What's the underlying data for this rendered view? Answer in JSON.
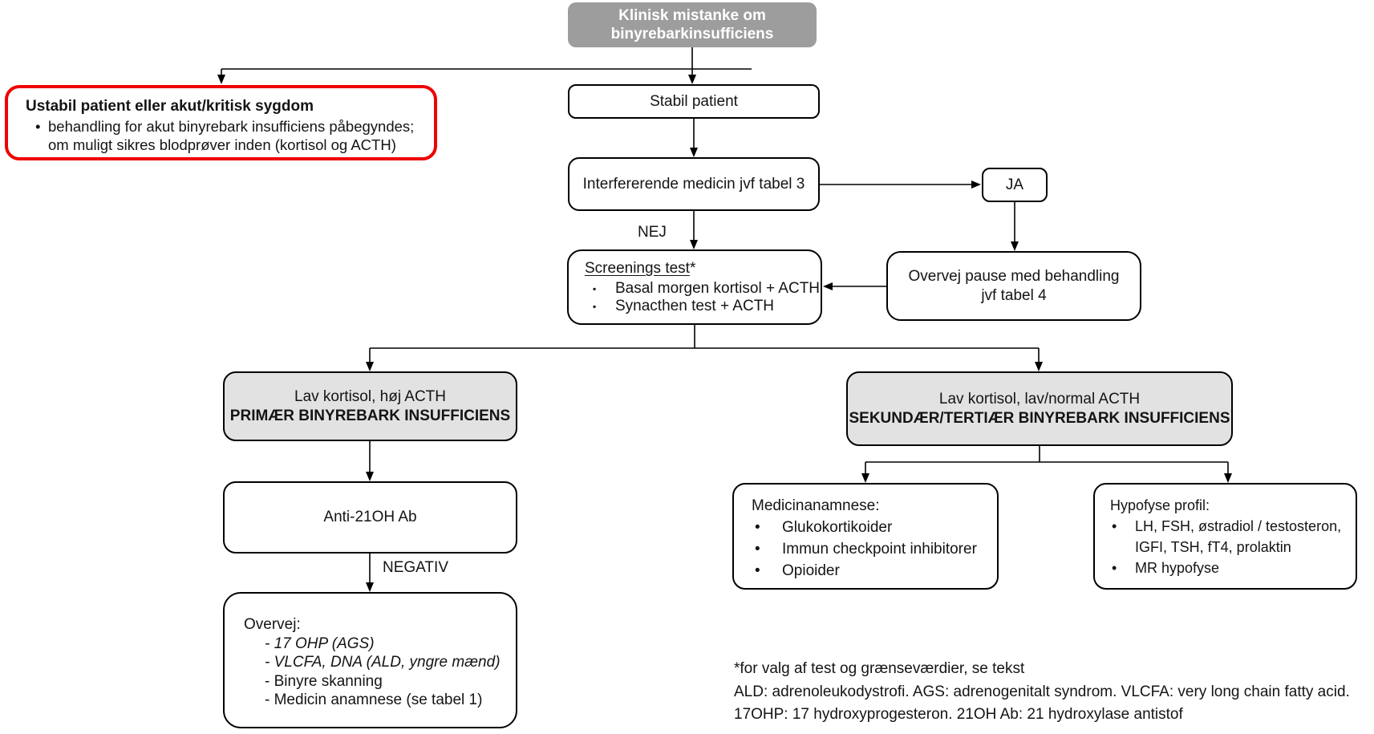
{
  "palette": {
    "top_fill": "#9d9d9d",
    "result_fill": "#e2e2e2",
    "alert_border": "#ee0202",
    "node_border": "#000000"
  },
  "nodes": {
    "clinical_suspicion": "Klinisk mistanke om binyrebarkinsufficiens",
    "unstable": {
      "title": "Ustabil patient eller akut/kritisk sygdom",
      "marker": "•",
      "line1": "behandling for akut binyrebark insufficiens påbegyndes;",
      "line2": "om muligt sikres blodprøver inden (kortisol og ACTH)"
    },
    "stable": "Stabil patient",
    "interfering": "Interfererende medicin jvf tabel 3",
    "ja": "JA",
    "nej": "NEJ",
    "screening": {
      "title": "Screenings test",
      "suffix": "*",
      "marker": "▪",
      "items": [
        "Basal morgen kortisol + ACTH",
        "Synacthen test + ACTH"
      ]
    },
    "pause": {
      "line1": "Overvej pause med behandling",
      "line2": "jvf tabel 4"
    },
    "primary": {
      "line1": "Lav kortisol, høj ACTH",
      "line2": "PRIMÆR BINYREBARK INSUFFICIENS"
    },
    "secondary": {
      "line1": "Lav kortisol, lav/normal ACTH",
      "line2": "SEKUNDÆR/TERTIÆR BINYREBARK INSUFFICIENS"
    },
    "anti21oh": "Anti-21OH Ab",
    "negativ": "NEGATIV",
    "consider": {
      "title": "Overvej:",
      "items": [
        "- 17 OHP (AGS)",
        "- VLCFA, DNA (ALD, yngre mænd)",
        "- Binyre skanning",
        "- Medicin anamnese (se tabel 1)"
      ]
    },
    "medication": {
      "title": "Medicinanamnese:",
      "marker": "•",
      "items": [
        "Glukokortikoider",
        "Immun checkpoint inhibitorer",
        "Opioider"
      ]
    },
    "pituitary": {
      "title": "Hypofyse profil:",
      "marker": "•",
      "items": [
        "LH, FSH, østradiol / testosteron,\nIGFI, TSH, fT4, prolaktin",
        "MR hypofyse"
      ]
    }
  },
  "footnote": {
    "line1": "*for valg af test og grænseværdier, se tekst",
    "line2": "ALD: adrenoleukodystrofi. AGS: adrenogenitalt syndrom. VLCFA: very long chain fatty acid.",
    "line3": "17OHP: 17 hydroxyprogesteron. 21OH Ab: 21 hydroxylase antistof"
  }
}
